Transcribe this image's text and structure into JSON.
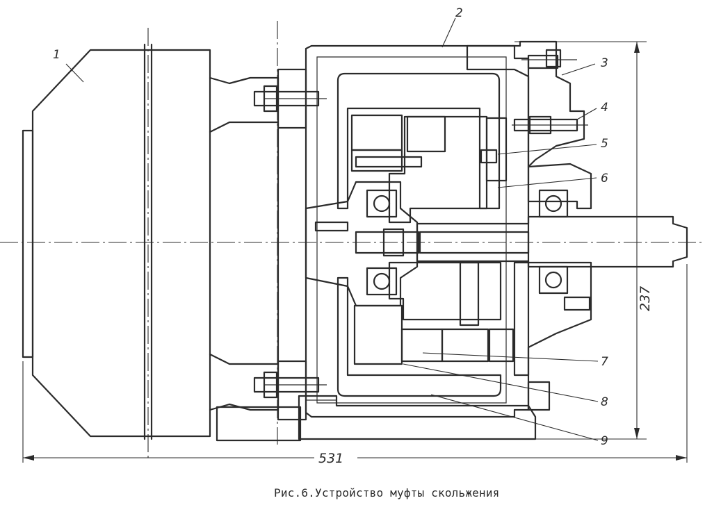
{
  "labels": {
    "l1": "1",
    "l2": "2",
    "l3": "3",
    "l4": "4",
    "l5": "5",
    "l6": "6",
    "l7": "7",
    "l8": "8",
    "l9": "9"
  },
  "dimensions": {
    "width": "531",
    "height": "237"
  },
  "caption": "Рис.6.Устройство муфты скольжения"
}
